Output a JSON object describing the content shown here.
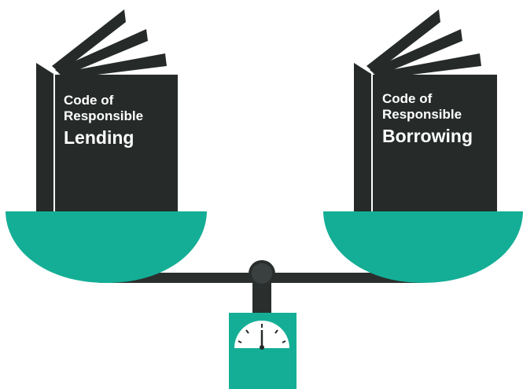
{
  "colors": {
    "book": "#262b2a",
    "pan": "#14ae96",
    "beam": "#2a2f2e",
    "text": "#ffffff",
    "background": "#ffffff"
  },
  "books": {
    "left": {
      "line1": "Code of",
      "line2": "Responsible",
      "line3": "Lending"
    },
    "right": {
      "line1": "Code of",
      "line2": "Responsible",
      "line3": "Borrowing"
    }
  }
}
